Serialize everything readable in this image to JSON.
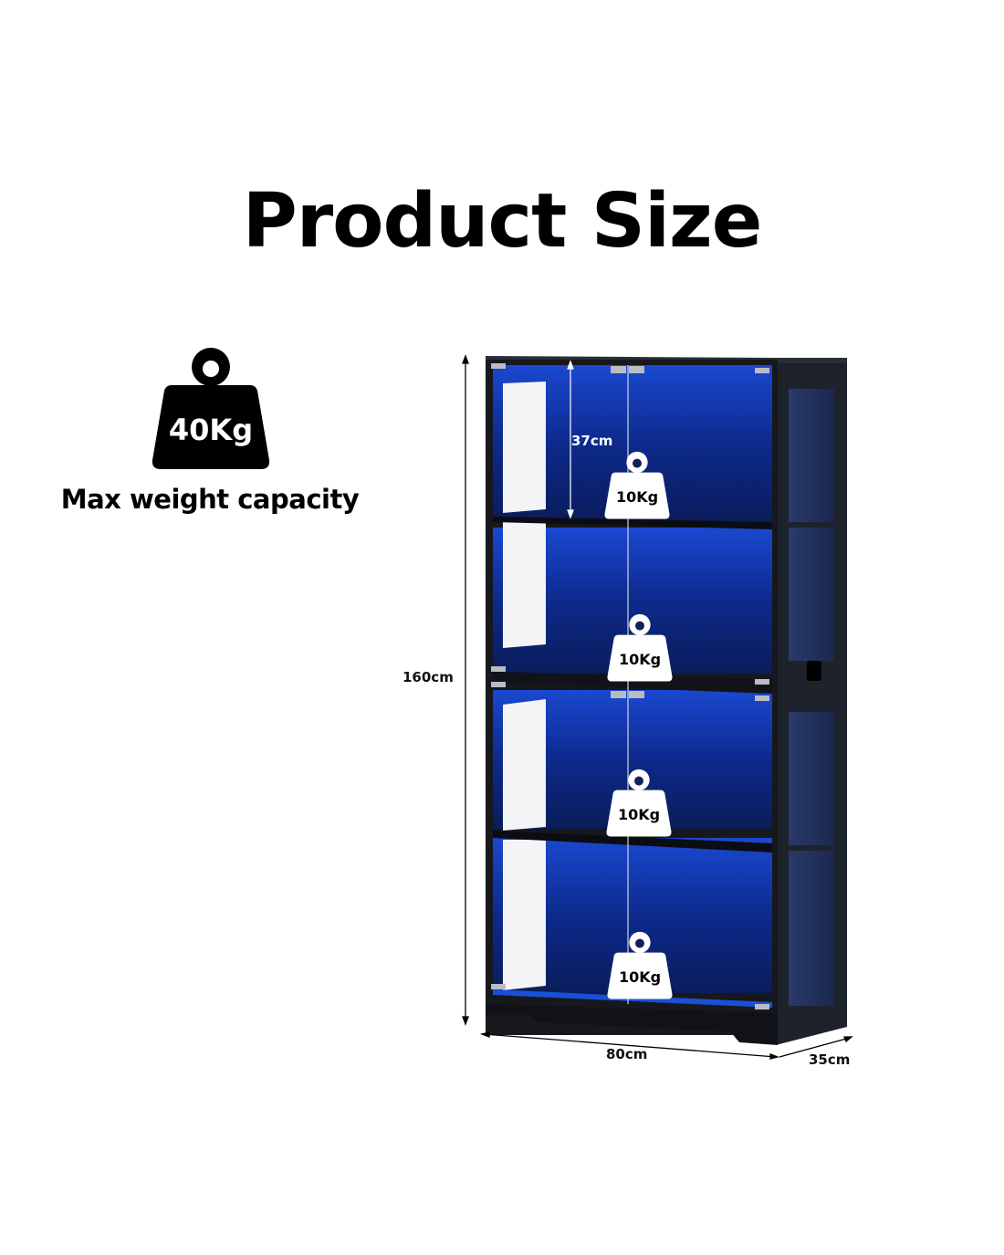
{
  "title": "Product Size",
  "capacity": {
    "total_weight": "40Kg",
    "label": "Max weight capacity"
  },
  "shelves": [
    {
      "weight": "10Kg"
    },
    {
      "weight": "10Kg"
    },
    {
      "weight": "10Kg"
    },
    {
      "weight": "10Kg"
    }
  ],
  "dimensions": {
    "height": "160cm",
    "width": "80cm",
    "depth": "35cm",
    "shelf_height": "37cm"
  },
  "colors": {
    "led_blue": "#1f4fd6",
    "frame": "#1c1f26",
    "text": "#000000"
  }
}
